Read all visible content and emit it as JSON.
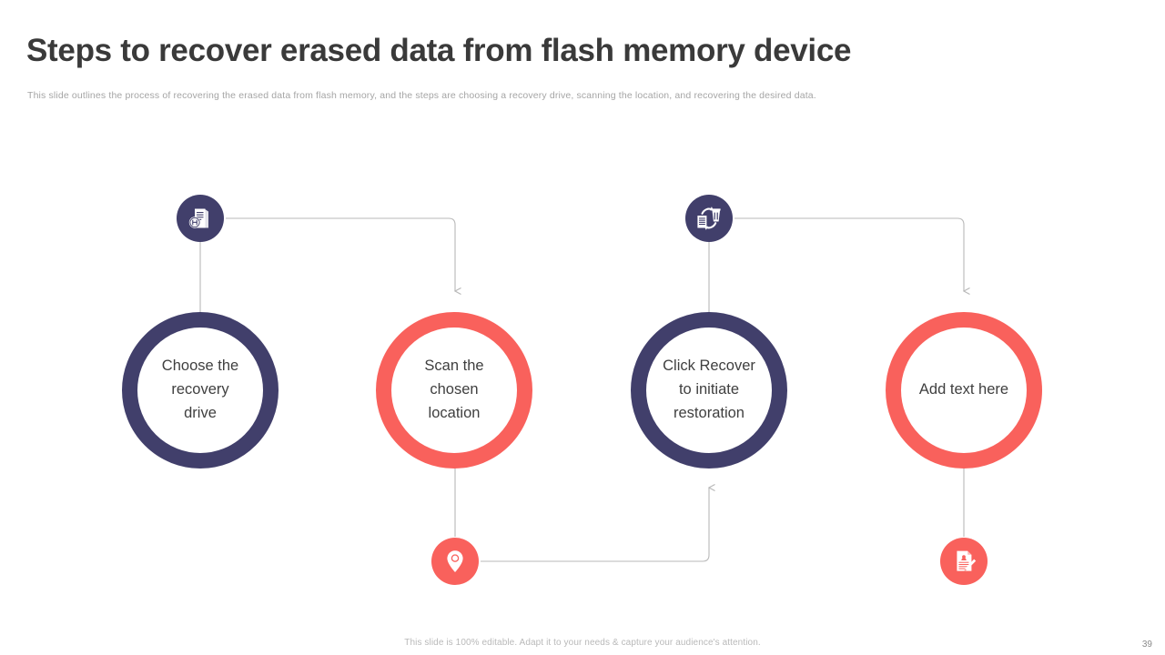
{
  "header": {
    "title": "Steps to recover erased data from flash memory device",
    "subtitle": "This slide outlines the process of recovering the erased data from flash memory,  and the steps are choosing a recovery drive, scanning the location, and recovering the desired data."
  },
  "colors": {
    "navy": "#413F6B",
    "coral": "#F9615C",
    "title_text": "#3A3A3A",
    "body_text": "#3F3F3F",
    "muted_text": "#A5A5A5",
    "connector_line": "#B9B9B9",
    "background": "#FFFFFF"
  },
  "steps": [
    {
      "id": "step-1",
      "label": "Choose the\nrecovery\ndrive",
      "ring_color": "navy",
      "icon_name": "document-save-icon",
      "icon_color": "navy",
      "icon_position": "top"
    },
    {
      "id": "step-2",
      "label": "Scan the\nchosen\nlocation",
      "ring_color": "coral",
      "icon_name": "location-pin-icon",
      "icon_color": "coral",
      "icon_position": "bottom"
    },
    {
      "id": "step-3",
      "label": "Click Recover\nto initiate\nrestoration",
      "ring_color": "navy",
      "icon_name": "trash-restore-icon",
      "icon_color": "navy",
      "icon_position": "top"
    },
    {
      "id": "step-4",
      "label": "Add text here",
      "ring_color": "coral",
      "icon_name": "document-edit-icon",
      "icon_color": "coral",
      "icon_position": "bottom"
    }
  ],
  "footer": {
    "note": "This slide is 100% editable. Adapt it to your needs & capture your audience's attention.",
    "page_number": "39"
  }
}
